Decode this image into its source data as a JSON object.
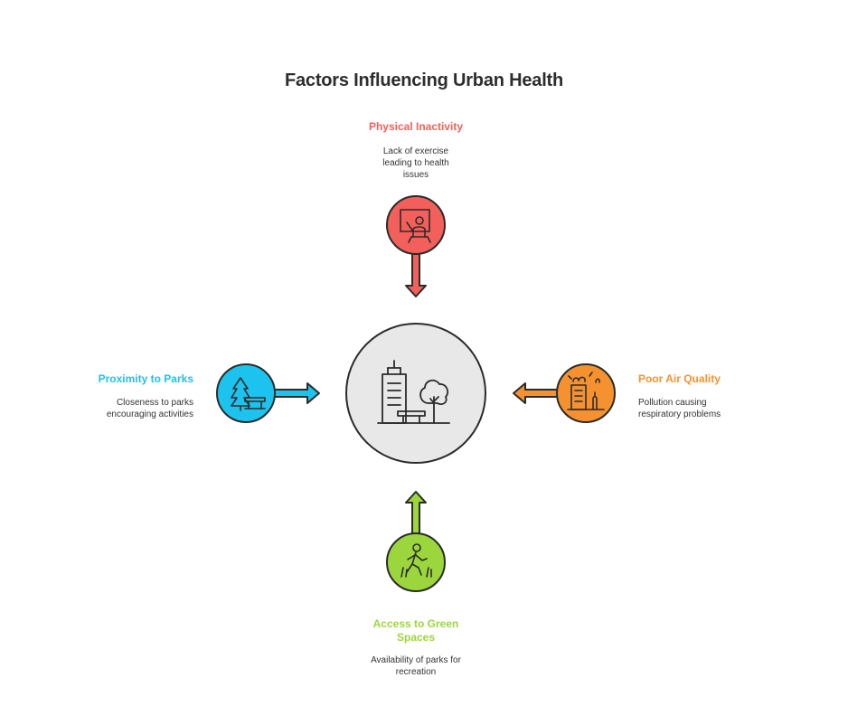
{
  "title": "Factors Influencing Urban Health",
  "colors": {
    "top": "#f35f5a",
    "left": "#1cc3ee",
    "right": "#f5922f",
    "bottom": "#9bd63c",
    "center": "#e8e8e8",
    "stroke": "#2b2b2b"
  },
  "center": {
    "icon": "city-building-park-icon"
  },
  "factors": {
    "top": {
      "heading": "Physical Inactivity",
      "description_lines": [
        "Lack of exercise",
        "leading to health",
        "issues"
      ],
      "icon": "person-at-computer-icon"
    },
    "left": {
      "heading": "Proximity to Parks",
      "description_lines": [
        "Closeness to parks",
        "encouraging activities"
      ],
      "icon": "tree-bench-icon"
    },
    "right": {
      "heading": "Poor Air Quality",
      "description_lines": [
        "Pollution causing",
        "respiratory problems"
      ],
      "icon": "smoggy-building-icon"
    },
    "bottom": {
      "heading_lines": [
        "Access to Green",
        "Spaces"
      ],
      "description_lines": [
        "Availability of parks for",
        "recreation"
      ],
      "icon": "walking-person-grass-icon"
    }
  }
}
